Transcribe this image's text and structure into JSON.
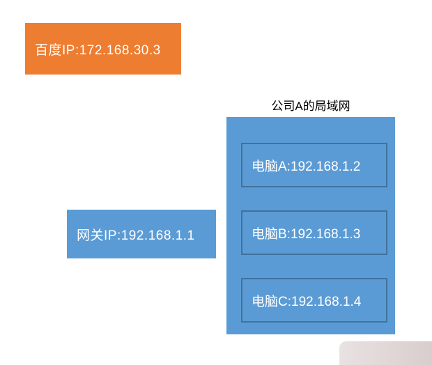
{
  "diagram": {
    "baidu_box": {
      "label": "百度IP:172.168.30.3"
    },
    "gateway_box": {
      "label": "网关IP:192.168.1.1"
    },
    "lan": {
      "title": "公司A的局域网",
      "computers": [
        {
          "label": "电脑A:192.168.1.2"
        },
        {
          "label": "电脑B:192.168.1.3"
        },
        {
          "label": "电脑C:192.168.1.4"
        }
      ]
    },
    "colors": {
      "baidu_fill": "#ED7D31",
      "lan_fill": "#5B9BD5",
      "computer_fill": "#5B9BD5",
      "computer_border": "#41719C",
      "box_text": "#ffffff",
      "title_text": "#000000"
    }
  }
}
